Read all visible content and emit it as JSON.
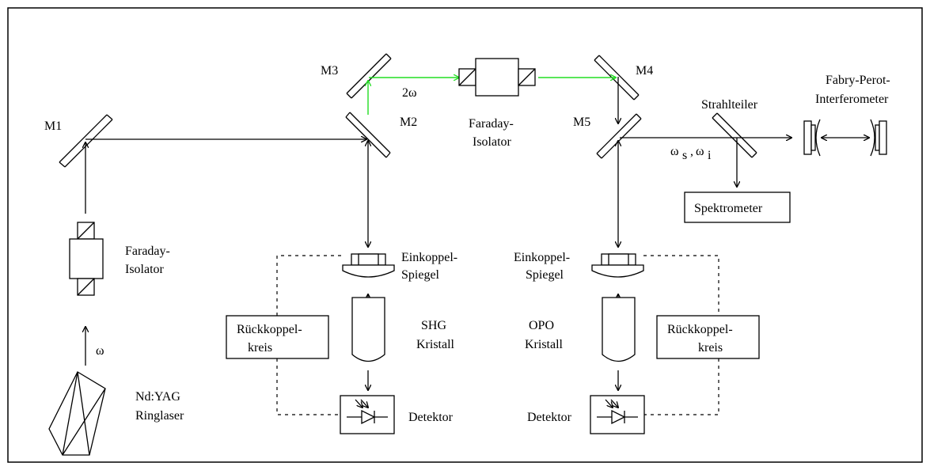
{
  "labels": {
    "m1": "M1",
    "m2": "M2",
    "m3": "M3",
    "m4": "M4",
    "m5": "M5",
    "two_omega": "2ω",
    "omega": "ω",
    "omega_s": "ω",
    "omega_s_sub": "s",
    "omega_sep": ",",
    "omega_i": "ω",
    "omega_i_sub": "i",
    "faraday_left_1": "Faraday-",
    "faraday_left_2": "Isolator",
    "faraday_mid_1": "Faraday-",
    "faraday_mid_2": "Isolator",
    "strahlteiler": "Strahlteiler",
    "fabry_1": "Fabry-Perot-",
    "fabry_2": "Interferometer",
    "spektrometer": "Spektrometer",
    "einkoppel_left_1": "Einkoppel-",
    "einkoppel_left_2": "Spiegel",
    "einkoppel_right_1": "Einkoppel-",
    "einkoppel_right_2": "Spiegel",
    "shg_1": "SHG",
    "shg_2": "Kristall",
    "opo_1": "OPO",
    "opo_2": "Kristall",
    "rueck_left_1": "Rückkoppel-",
    "rueck_left_2": "kreis",
    "rueck_right_1": "Rückkoppel-",
    "rueck_right_2": "kreis",
    "detektor_left": "Detektor",
    "detektor_right": "Detektor",
    "laser_1": "Nd:YAG",
    "laser_2": "Ringlaser"
  },
  "colors": {
    "beam": "#000000",
    "green_beam": "#22dd22"
  }
}
